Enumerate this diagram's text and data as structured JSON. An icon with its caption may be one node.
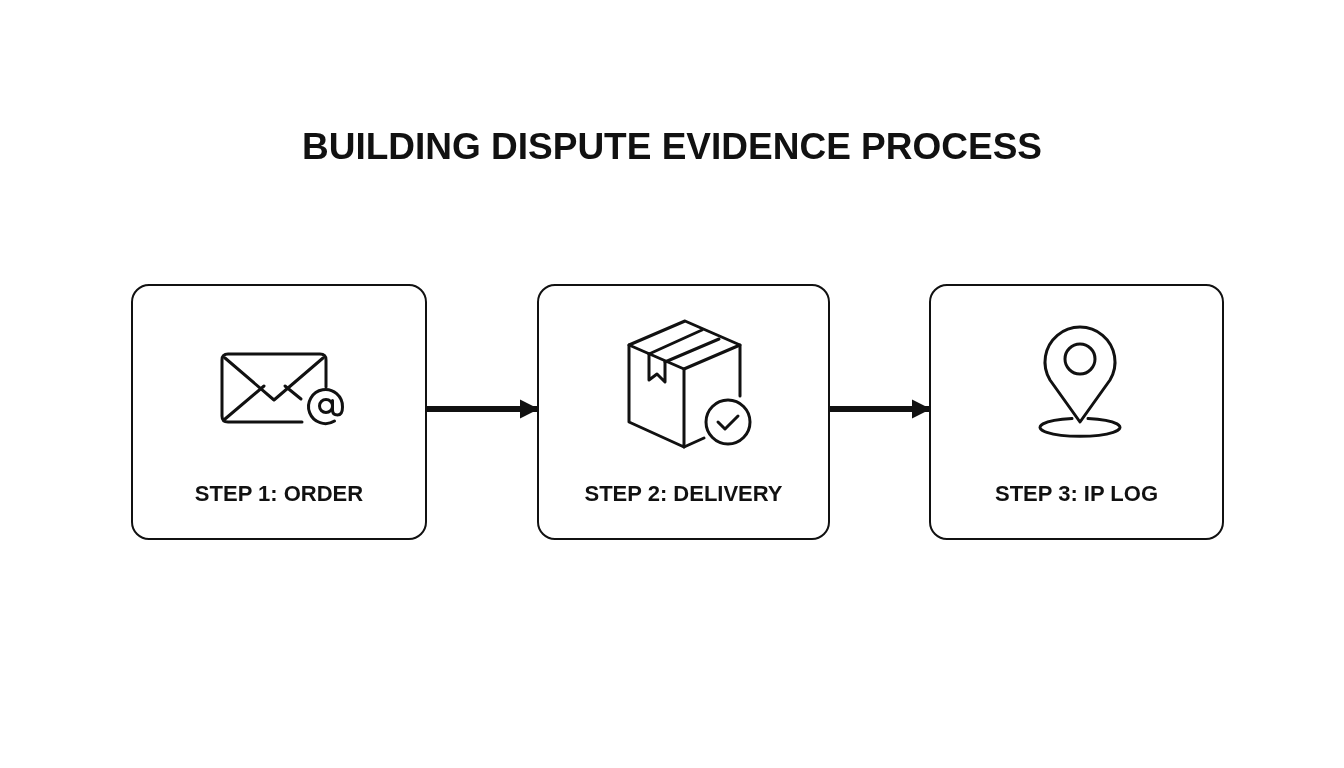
{
  "diagram": {
    "title": "BUILDING DISPUTE EVIDENCE PROCESS",
    "nodes": [
      {
        "text": [
          "STEP 1: ORDER"
        ]
      },
      {
        "text": [
          "STEP 2: DELIVERY"
        ]
      },
      {
        "text": [
          "STEP 3: IP LOG"
        ]
      }
    ],
    "edges": [
      {
        "from": 0,
        "to": 1,
        "arrow": "to"
      },
      {
        "from": 1,
        "to": 2,
        "arrow": "to"
      }
    ]
  }
}
